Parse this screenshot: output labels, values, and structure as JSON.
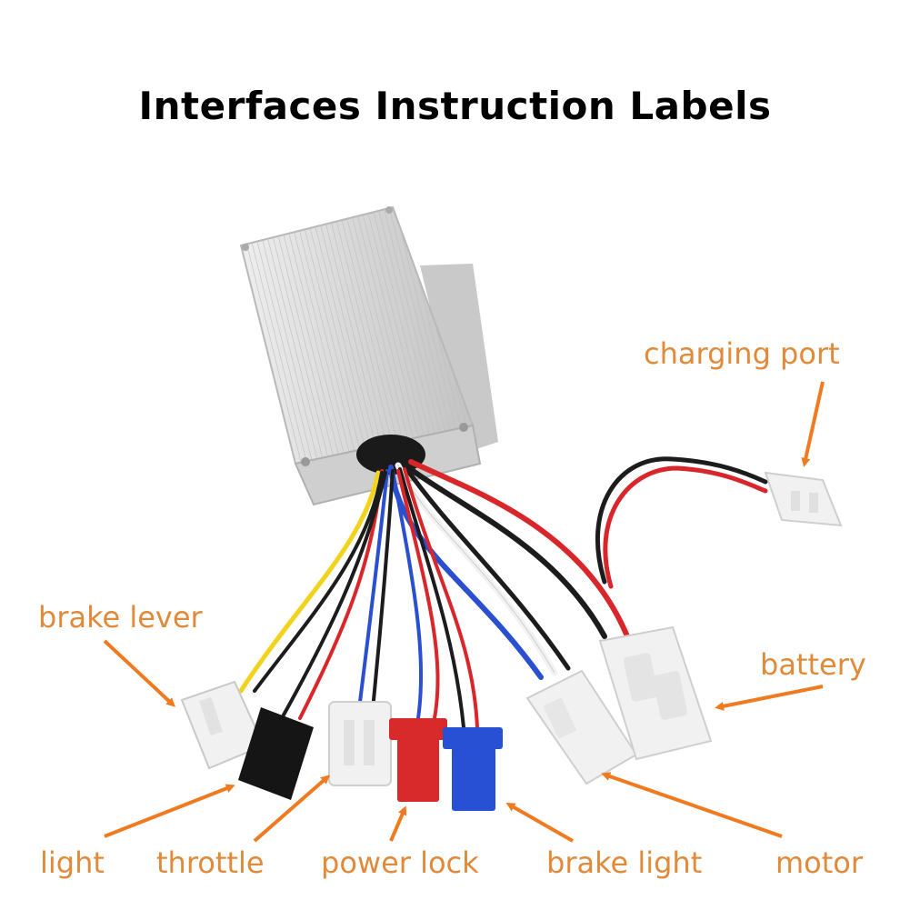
{
  "title": "Interfaces Instruction Labels",
  "labels": {
    "charging_port": "charging port",
    "brake_lever": "brake lever",
    "battery": "battery",
    "light": "light",
    "throttle": "throttle",
    "power_lock": "power lock",
    "brake_light": "brake light",
    "motor": "motor"
  },
  "colors": {
    "label": "#e08a3a",
    "arrow": "#f07a20",
    "housing": "#d8d8d8",
    "wire_red": "#d9262b",
    "wire_black": "#1c1c1c",
    "wire_blue": "#2a4fd0",
    "wire_white": "#f2f2f2",
    "wire_yellow": "#f2d21b",
    "connector_white": "#f1f1f1",
    "connector_black": "#151515",
    "connector_red": "#d82a2a",
    "connector_blue": "#2750d4"
  }
}
